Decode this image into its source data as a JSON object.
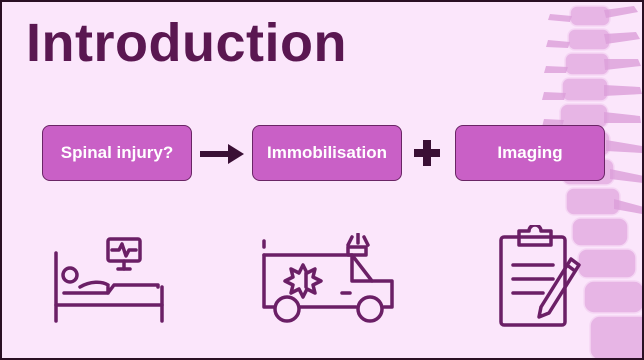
{
  "slide": {
    "title": "Introduction",
    "steps": [
      {
        "label": "Spinal injury?"
      },
      {
        "label": "Immobilisation"
      },
      {
        "label": "Imaging"
      }
    ],
    "connectors": [
      "arrow-right",
      "plus"
    ],
    "icons": [
      "hospital-bed-icon",
      "ambulance-icon",
      "clipboard-icon"
    ],
    "decoration": "spine-icon",
    "colors": {
      "background": "#fbe6fb",
      "title": "#5a1751",
      "box_fill": "#c960c6",
      "box_border": "#6a2565",
      "connector": "#3a0f35",
      "icon_stroke": "#6b1f66"
    }
  }
}
